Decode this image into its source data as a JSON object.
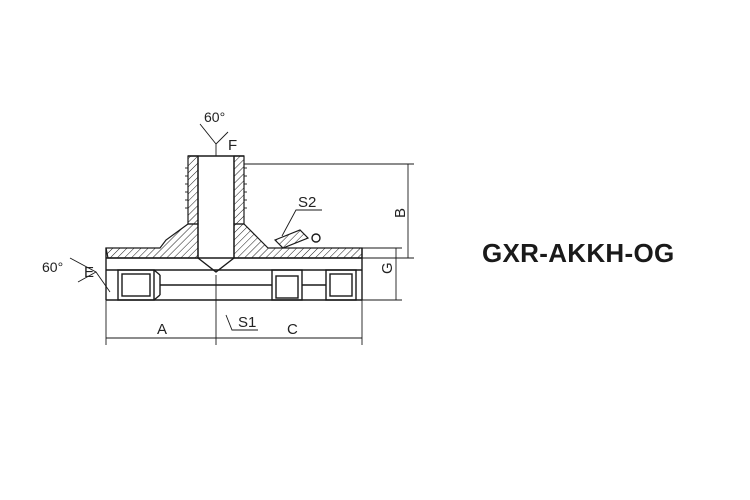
{
  "part_code": "GXR-AKKH-OG",
  "drawing": {
    "angle_top": "60°",
    "angle_left": "60°",
    "label_F": "F",
    "label_E": "E",
    "label_B": "B",
    "label_G": "G",
    "label_S1": "S1",
    "label_S2": "S2",
    "label_A": "A",
    "label_C": "C"
  }
}
